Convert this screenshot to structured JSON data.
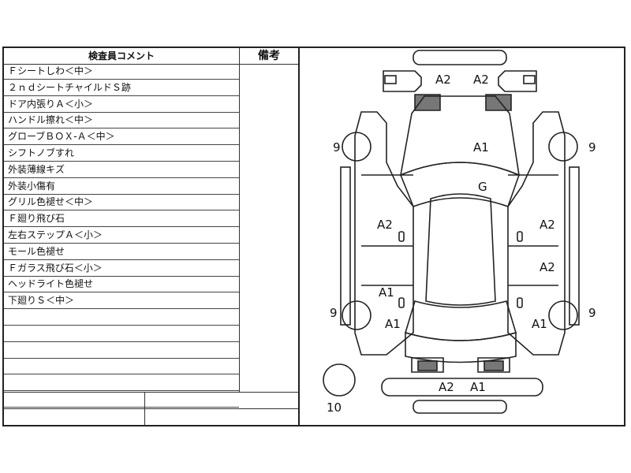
{
  "sheet": {
    "header_comments": "検査員コメント",
    "header_notes": "備考",
    "comments": [
      "Ｆシートしわ＜中＞",
      "２ｎｄシートチャイルドＳ跡",
      "ドア内張りＡ＜小＞",
      "ハンドル擦れ＜中＞",
      "グローブＢＯＸ-Ａ＜中＞",
      "シフトノブすれ",
      "外装薄線キズ",
      "外装小傷有",
      "グリル色褪せ＜中＞",
      "Ｆ廻り飛び石",
      "左右ステップＡ＜小＞",
      "モール色褪せ",
      "Ｆガラス飛び石＜小＞",
      "ヘッドライト色褪せ",
      "下廻りＳ＜中＞",
      "",
      "",
      "",
      "",
      "",
      ""
    ]
  },
  "diagram": {
    "labels": {
      "front_bumper_left": "A2",
      "front_bumper_right": "A2",
      "hood": "A1",
      "windshield": "G",
      "left_front_door": "A2",
      "left_rear_door": "A1",
      "left_rear_fender": "A1",
      "right_front_door": "A2",
      "right_rear_door": "A2",
      "right_rear_fender": "A1",
      "tire_front_left": "9",
      "tire_front_right": "9",
      "tire_rear_left": "9",
      "tire_rear_right": "9",
      "rear_bumper_left": "A2",
      "rear_bumper_right": "A1",
      "spare_tire": "10"
    }
  }
}
